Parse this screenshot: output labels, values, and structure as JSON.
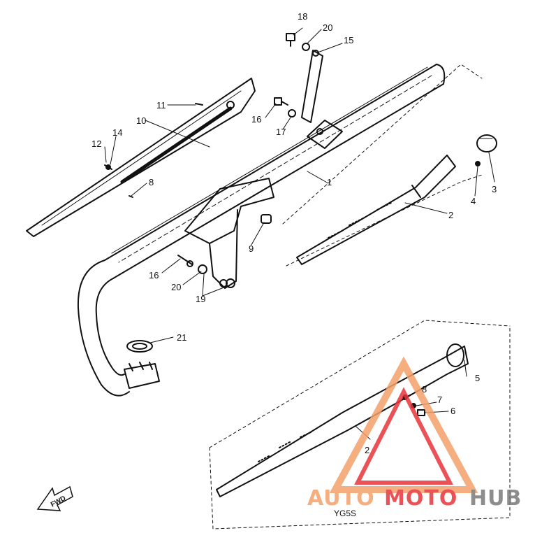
{
  "diagram": {
    "callouts": [
      "18",
      "20",
      "15",
      "11",
      "10",
      "16",
      "17",
      "12",
      "14",
      "8",
      "1",
      "3",
      "4",
      "2",
      "9",
      "16",
      "20",
      "19",
      "21",
      "5",
      "8",
      "7",
      "6",
      "2"
    ],
    "variant_label": "YG5S",
    "direction_label": "FWD"
  },
  "watermark": {
    "word_part1": "AUTO",
    "word_part2": "MOTO",
    "word_part3": "HUB",
    "color_orange": "#f4a06a",
    "color_red": "#e8343a",
    "color_gray": "#7a7a7a"
  }
}
